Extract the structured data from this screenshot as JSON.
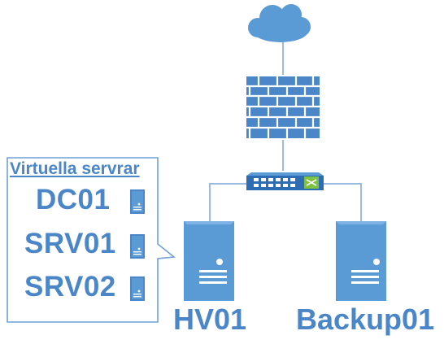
{
  "virtual_servers": {
    "title": "Virtuella servrar",
    "items": [
      "DC01",
      "SRV01",
      "SRV02"
    ]
  },
  "hosts": {
    "hv01": "HV01",
    "backup01": "Backup01"
  },
  "icons": [
    "cloud-icon",
    "firewall-icon",
    "network-switch-icon",
    "server-icon"
  ],
  "colors": {
    "accent": "#4a86c8",
    "server_body": "#5b9bd5",
    "server_dark": "#2e6db4",
    "firewall": "#4a86c8",
    "line": "#9cbbe0"
  }
}
